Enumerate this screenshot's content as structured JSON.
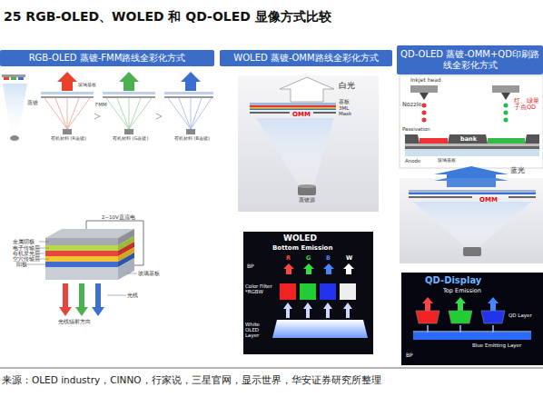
{
  "diagram": {
    "title": "25 RGB-OLED、WOLED 和 QD-OLED 显像方式比较",
    "caption": "来源：OLED industry，CINNO，行家说，三星官网，显示世界，华安证券研究所整理",
    "nodes": [
      {
        "text": [
          "RGB-OLED 蒸镀-FMM路线全彩化方式"
        ]
      },
      {
        "text": [
          "WOLED 蒸镀-OMM路线全彩化方式"
        ]
      },
      {
        "text": [
          "QD-OLED 蒸镀-OMM+QD印刷路线全彩化方式"
        ]
      }
    ],
    "labels": [
      "玻璃基板",
      "蒸镀",
      "FMM",
      "有机材料 (R蒸镀)",
      "有机材料 (G蒸镀)",
      "有机材料 (B蒸镀)",
      "2~10V直流电",
      "金属阴极",
      "电子传输层",
      "有机发光层",
      "空穴传输层",
      "阳极",
      "光线",
      "玻璃基板",
      "光线辐射方向",
      "白光",
      "基板",
      "3ML",
      "OMM",
      "Mask",
      "蒸镀源",
      "WOLED",
      "Bottom Emission",
      "R",
      "G",
      "B",
      "W",
      "BP",
      "Color Filter *RGBW",
      "White OLED Layer",
      "Inkjet head",
      "Nozzle",
      "Passivation",
      "bank",
      "Anode",
      "玻璃基板",
      "红、绿量子点QD",
      "蓝光",
      "OMM",
      "QD-Display",
      "Top Emission",
      "QD Layer",
      "Blue Emitting Layer",
      "BP"
    ]
  }
}
